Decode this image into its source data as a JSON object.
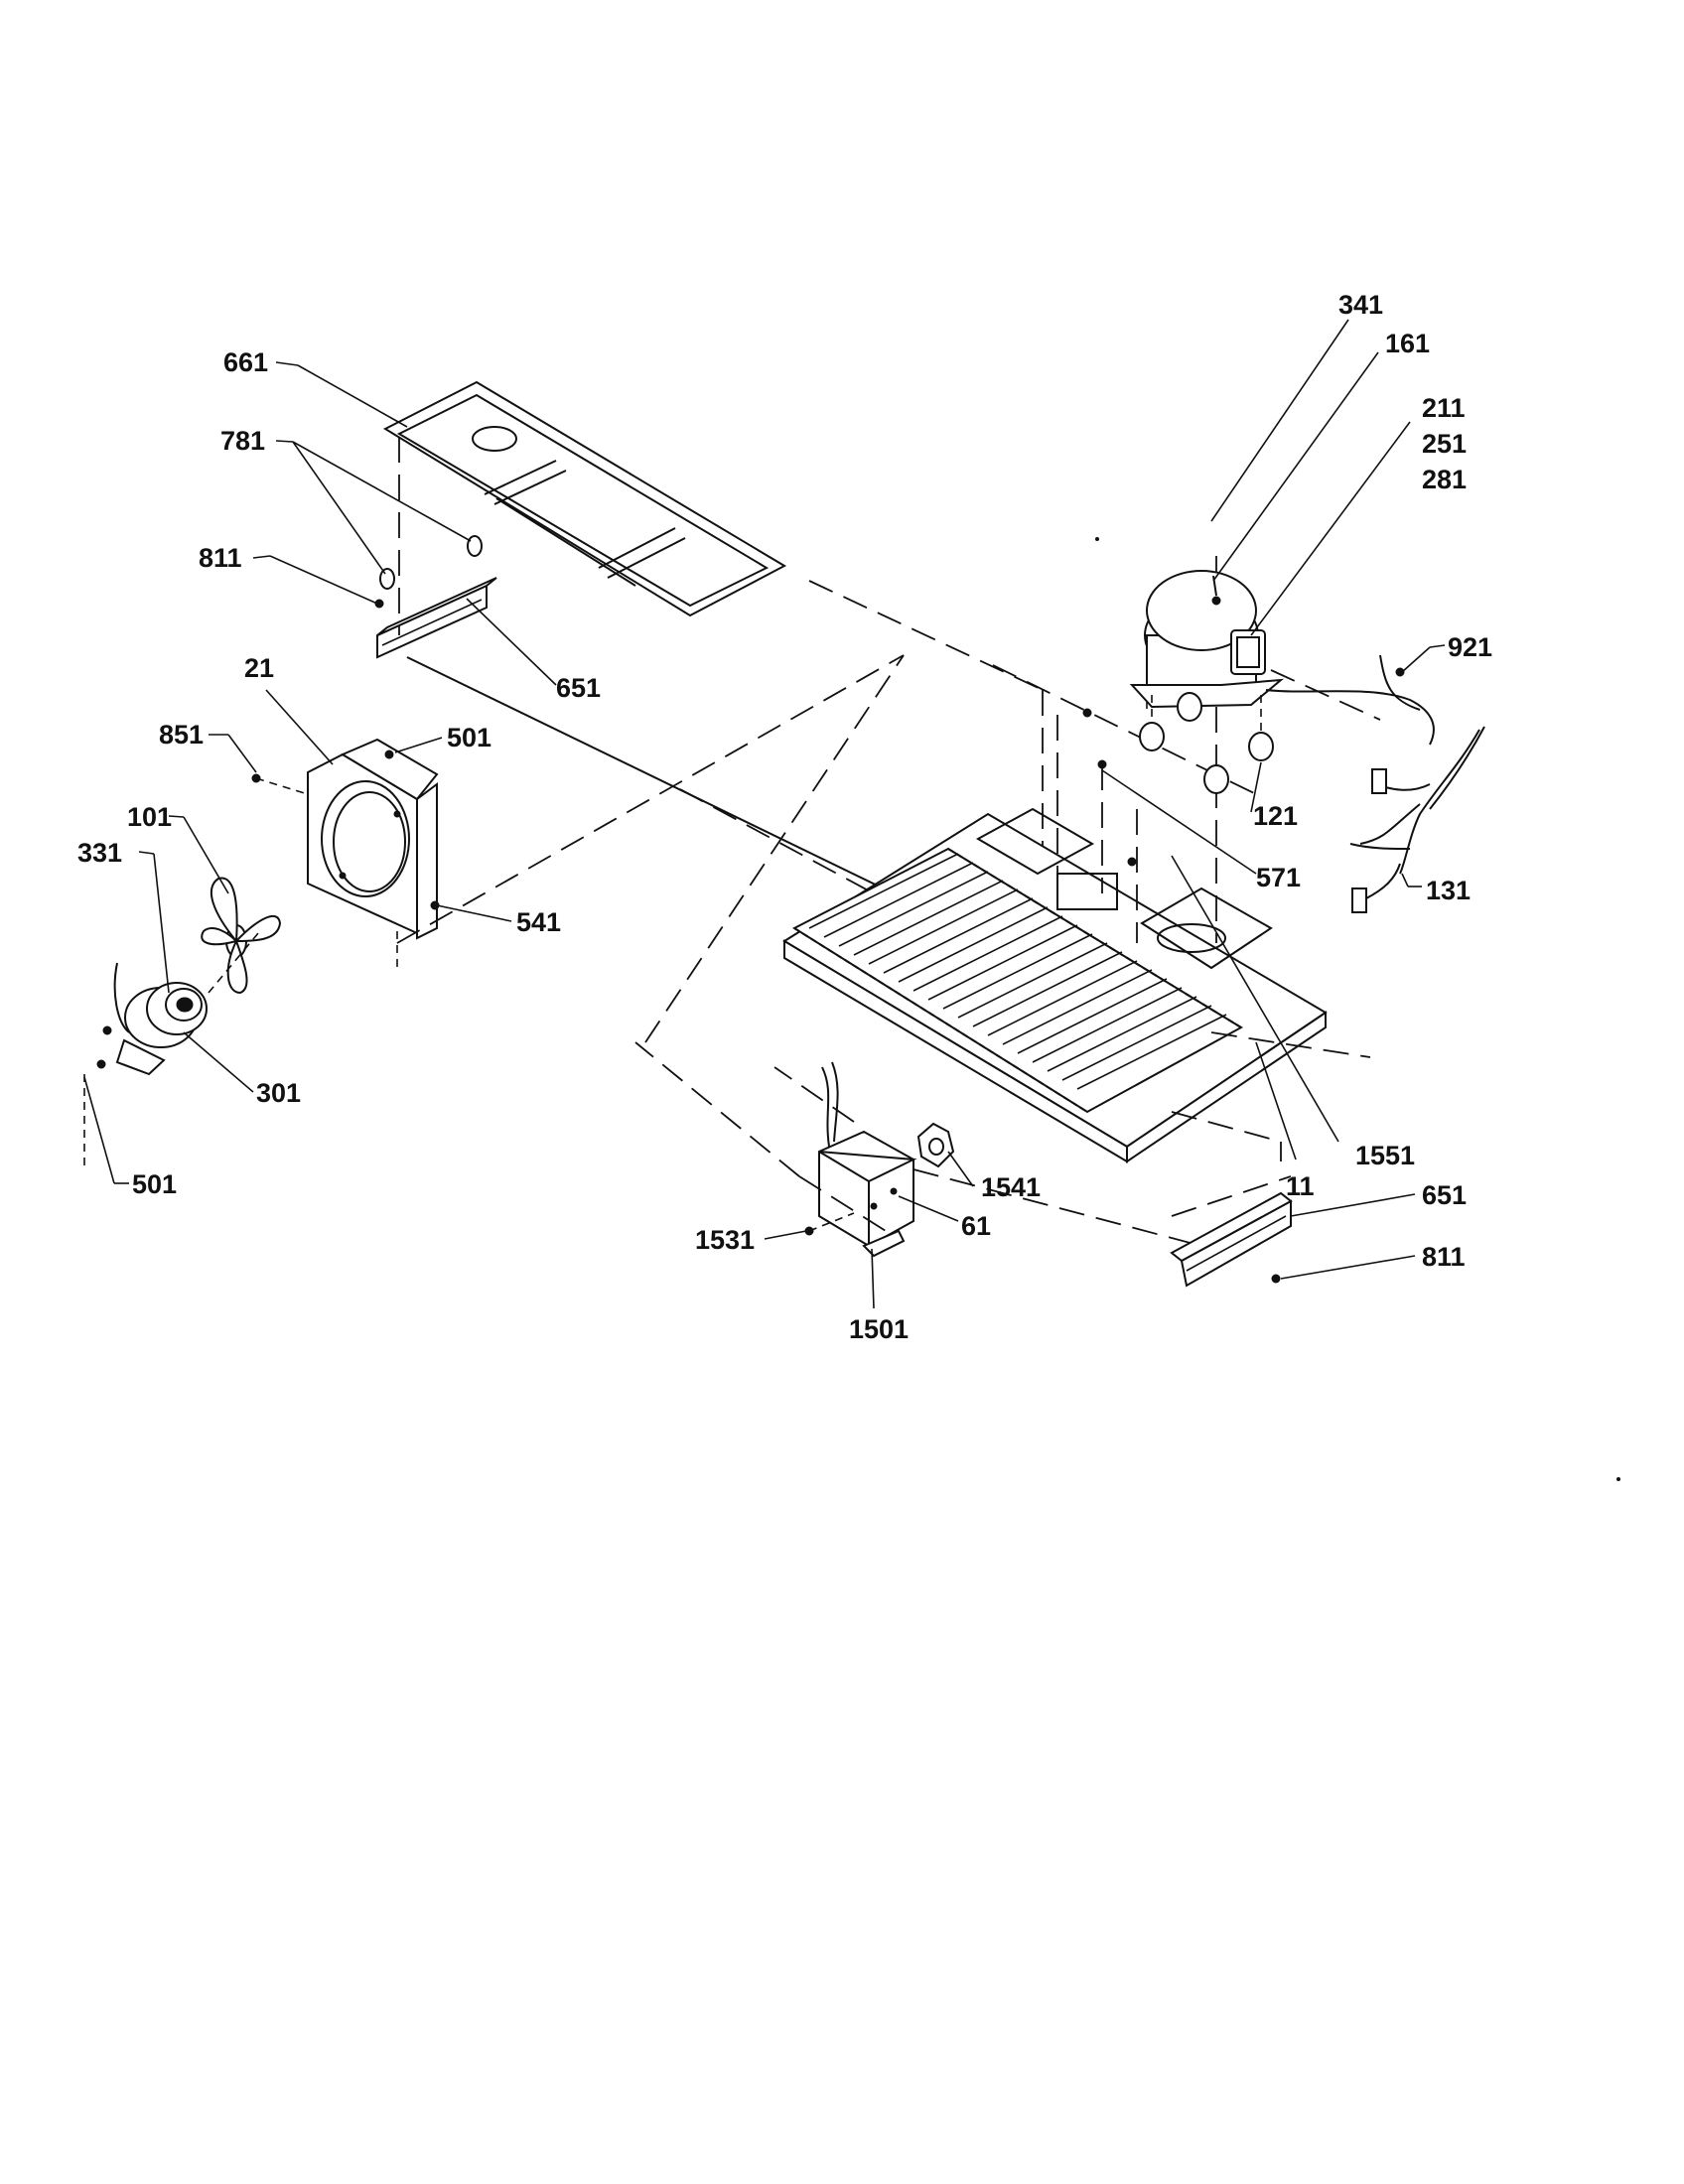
{
  "labels": {
    "p661": "661",
    "p781": "781",
    "p811_top": "811",
    "p651_top": "651",
    "p21": "21",
    "p851": "851",
    "p501_top": "501",
    "p101": "101",
    "p331": "331",
    "p541": "541",
    "p301": "301",
    "p501_bottom": "501",
    "p341": "341",
    "p161": "161",
    "p211": "211",
    "p251": "251",
    "p281": "281",
    "p921": "921",
    "p121": "121",
    "p571": "571",
    "p131": "131",
    "p1551": "1551",
    "p11": "11",
    "p1541": "1541",
    "p61": "61",
    "p1531": "1531",
    "p1501": "1501",
    "p651_bottom": "651",
    "p811_bottom": "811"
  }
}
